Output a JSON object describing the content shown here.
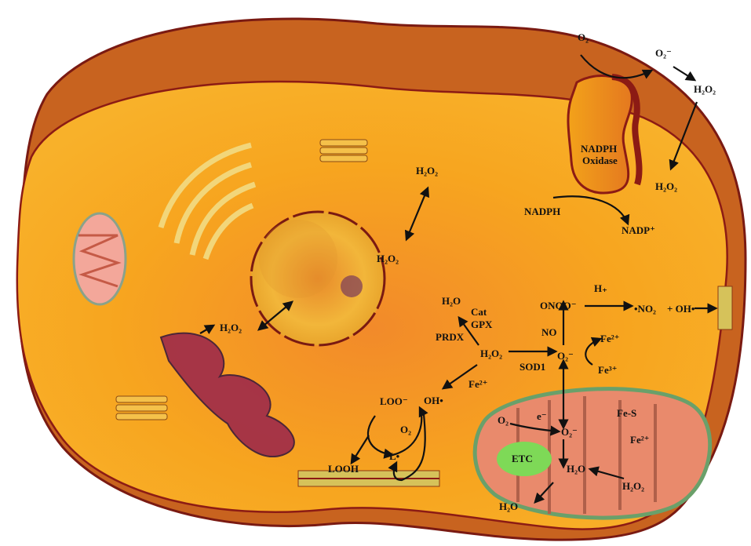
{
  "labels": {
    "o2_top": "O₂",
    "superoxide_top": "O₂⁻",
    "h2o2_topright": "H₂O₂",
    "nadph_oxidase_1": "NADPH",
    "nadph_oxidase_2": "Oxidase",
    "h2o2_membrane": "H₂O₂",
    "nadph": "NADPH",
    "nadp": "NADP⁺",
    "h2o2_cyto_top": "H₂O₂",
    "h2o2_nucleus": "H₂O₂",
    "h2o2_er": "H₂O₂",
    "h2o": "H₂O",
    "cat": "Cat",
    "gpx": "GPX",
    "prdx": "PRDX",
    "h2o2_center": "H₂O₂",
    "sod1": "SOD1",
    "fe2_center": "Fe²⁺",
    "oh_radical": "OH•",
    "no": "NO",
    "onoo": "ONOO⁻",
    "h_plus": "H₊",
    "no2": "•NO₂",
    "plus_oh": "+ OH•",
    "superoxide_center": "O₂⁻",
    "fe2_right": "Fe²⁺",
    "fe3_right": "Fe³⁺",
    "loo": "LOO⁻",
    "o2_lipid": "O₂",
    "l_radical": "L•",
    "looh": "LOOH",
    "o2_mito": "O₂",
    "electron": "e⁻",
    "superoxide_mito": "O₂⁻",
    "etc": "ETC",
    "fes": "Fe-S",
    "fe2_mito": "Fe²⁺",
    "h2o_mito": "H₂O",
    "h2o2_mito": "H₂O₂",
    "h2o_bottom": "H₂O"
  },
  "colors": {
    "cytoplasm": "#f7a51f",
    "membrane_outer": "#c8631f",
    "membrane_dark": "#7a1a12",
    "nucleus": "#f2b63a",
    "mito_fill": "#e98a6c",
    "etc_green": "#7ed957"
  }
}
